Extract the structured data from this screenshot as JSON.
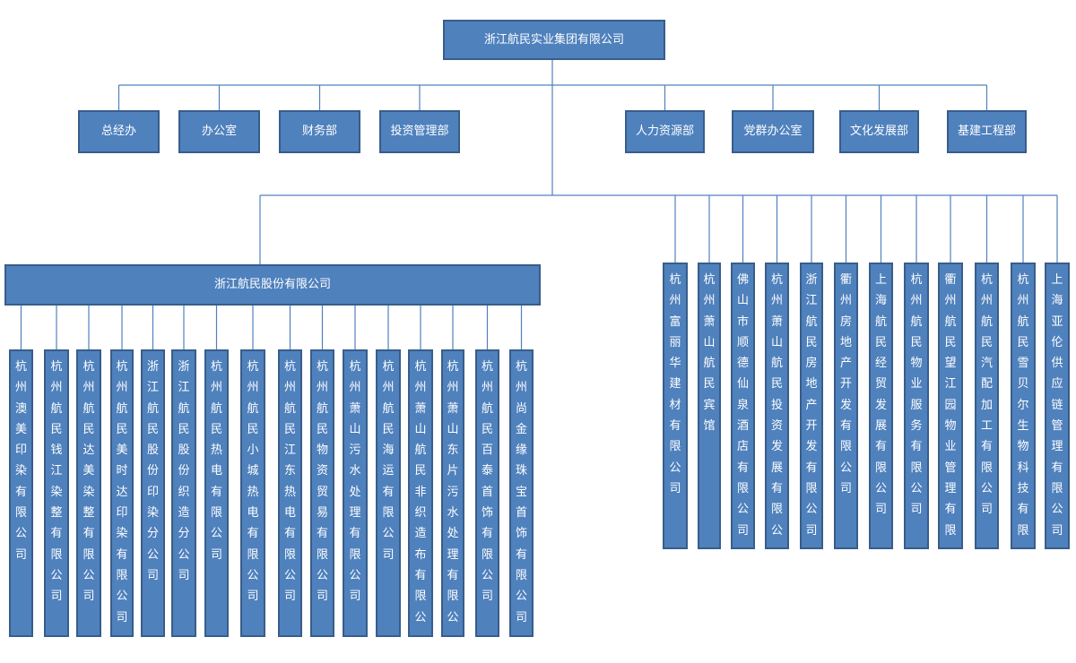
{
  "colors": {
    "box_fill": "#4f81bd",
    "box_border": "#385d8a",
    "text": "#ffffff",
    "connector": "#4f81bd"
  },
  "root": "浙江航民实业集团有限公司",
  "departments_left": [
    "总经办",
    "办公室",
    "财务部",
    "投资管理部"
  ],
  "departments_right": [
    "人力资源部",
    "党群办公室",
    "文化发展部",
    "基建工程部"
  ],
  "listed_company": "浙江航民股份有限公司",
  "listed_subsidiaries": [
    "杭州澳美印染有限公司",
    "杭州航民钱江染整有限公司",
    "杭州航民达美染整有限公司",
    "杭州航民美时达印染有限公司",
    "浙江航民股份印染分公司",
    "浙江航民股份织造分公司",
    "杭州航民热电有限公司",
    "杭州航民小城热电有限公司",
    "杭州航民江东热电有限公司",
    "杭州航民物资贸易有限公司",
    "杭州萧山污水处理有限公司",
    "杭州航民海运有限公司",
    "杭州萧山航民非织造布有限公",
    "杭州萧山东片污水处理有限公",
    "杭州航民百泰首饰有限公司",
    "杭州尚金缘珠宝首饰有限公司"
  ],
  "group_subsidiaries": [
    "杭州富丽华建材有限公司",
    "杭州萧山航民宾馆",
    "佛山市顺德仙泉酒店有限公司",
    "杭州萧山航民投资发展有限公",
    "浙江航民房地产开发有限公司",
    "衢州房地产开发有限公司",
    "上海航民经贸发展有限公司",
    "杭州航民物业服务有限公司",
    "衢州航民望江园物业管理有限",
    "杭州航民汽配加工有限公司",
    "杭州航民雪贝尔生物科技有限",
    "上海亚伦供应链管理有限公司"
  ]
}
